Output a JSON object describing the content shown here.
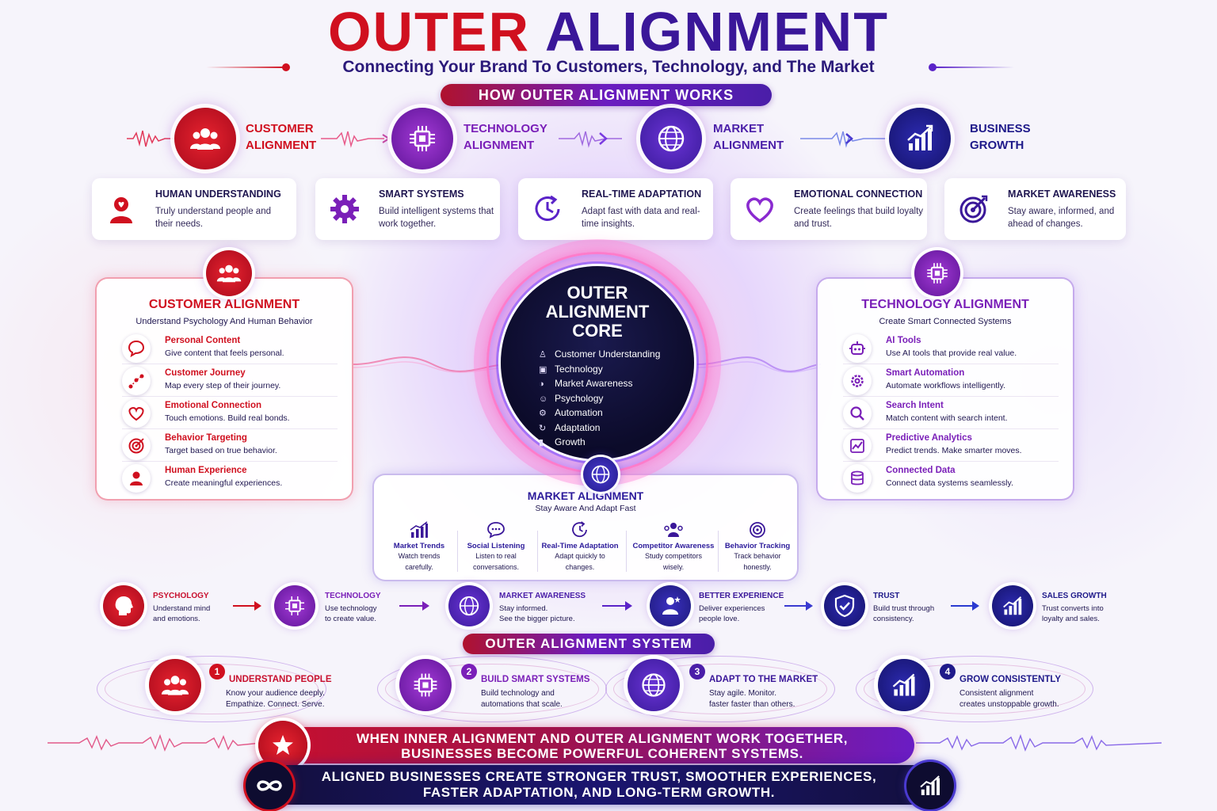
{
  "header": {
    "title_part1": "OUTER",
    "title_part2": "ALIGNMENT",
    "subtitle": "Connecting Your Brand To Customers, Technology, and The Market",
    "section_label": "HOW OUTER ALIGNMENT WORKS"
  },
  "flow_top": [
    {
      "line1": "CUSTOMER",
      "line2": "ALIGNMENT",
      "icon": "people-icon",
      "color": "#d0101f"
    },
    {
      "line1": "TECHNOLOGY",
      "line2": "ALIGNMENT",
      "icon": "chip-icon",
      "color": "#7a1fb8"
    },
    {
      "line1": "MARKET",
      "line2": "ALIGNMENT",
      "icon": "globe-icon",
      "color": "#4a1ea8"
    },
    {
      "line1": "BUSINESS",
      "line2": "GROWTH",
      "icon": "growth-chart-icon",
      "color": "#1f1a8a"
    }
  ],
  "features": [
    {
      "title": "HUMAN UNDERSTANDING",
      "desc": "Truly understand people and their needs.",
      "icon": "person-heart-icon"
    },
    {
      "title": "SMART SYSTEMS",
      "desc": "Build intelligent systems that work together.",
      "icon": "gear-icon"
    },
    {
      "title": "REAL-TIME ADAPTATION",
      "desc": "Adapt fast with data and real-time insights.",
      "icon": "clock-refresh-icon"
    },
    {
      "title": "EMOTIONAL CONNECTION",
      "desc": "Create feelings that build loyalty and trust.",
      "icon": "heart-icon"
    },
    {
      "title": "MARKET AWARENESS",
      "desc": "Stay aware, informed, and ahead of changes.",
      "icon": "target-icon"
    }
  ],
  "customer_panel": {
    "title": "CUSTOMER ALIGNMENT",
    "subtitle": "Understand Psychology And Human Behavior",
    "items": [
      {
        "title": "Personal Content",
        "desc": "Give content that feels personal.",
        "icon": "chat-bubble-icon"
      },
      {
        "title": "Customer Journey",
        "desc": "Map every step of their journey.",
        "icon": "journey-icon"
      },
      {
        "title": "Emotional Connection",
        "desc": "Touch emotions. Build real bonds.",
        "icon": "heart-icon"
      },
      {
        "title": "Behavior Targeting",
        "desc": "Target based on true behavior.",
        "icon": "target-icon"
      },
      {
        "title": "Human Experience",
        "desc": "Create meaningful experiences.",
        "icon": "person-icon"
      }
    ]
  },
  "technology_panel": {
    "title": "TECHNOLOGY ALIGNMENT",
    "subtitle": "Create Smart Connected Systems",
    "items": [
      {
        "title": "AI Tools",
        "desc": "Use AI tools that provide real value.",
        "icon": "robot-icon"
      },
      {
        "title": "Smart Automation",
        "desc": "Automate workflows intelligently.",
        "icon": "gear-icon"
      },
      {
        "title": "Search Intent",
        "desc": "Match content with search intent.",
        "icon": "search-icon"
      },
      {
        "title": "Predictive Analytics",
        "desc": "Predict trends. Make smarter moves.",
        "icon": "analytics-icon"
      },
      {
        "title": "Connected Data",
        "desc": "Connect data systems seamlessly.",
        "icon": "database-icon"
      }
    ]
  },
  "core": {
    "line1": "OUTER",
    "line2": "ALIGNMENT",
    "line3": "CORE",
    "items": [
      {
        "label": "Customer Understanding",
        "icon": "person-icon"
      },
      {
        "label": "Technology",
        "icon": "chip-icon"
      },
      {
        "label": "Market Awareness",
        "icon": "globe-icon"
      },
      {
        "label": "Psychology",
        "icon": "smile-icon"
      },
      {
        "label": "Automation",
        "icon": "gear-icon"
      },
      {
        "label": "Adaptation",
        "icon": "refresh-icon"
      },
      {
        "label": "Growth",
        "icon": "bar-chart-icon"
      }
    ]
  },
  "market_panel": {
    "title": "MARKET ALIGNMENT",
    "subtitle": "Stay Aware And Adapt Fast",
    "items": [
      {
        "title": "Market Trends",
        "line1": "Watch trends",
        "line2": "carefully.",
        "icon": "bar-chart-icon"
      },
      {
        "title": "Social Listening",
        "line1": "Listen to real",
        "line2": "conversations.",
        "icon": "chat-bubble-icon"
      },
      {
        "title": "Real-Time Adaptation",
        "line1": "Adapt quickly to",
        "line2": "changes.",
        "icon": "clock-refresh-icon"
      },
      {
        "title": "Competitor Awareness",
        "line1": "Study competitors",
        "line2": "wisely.",
        "icon": "competitor-icon"
      },
      {
        "title": "Behavior Tracking",
        "line1": "Track behavior",
        "line2": "honestly.",
        "icon": "target-icon"
      }
    ]
  },
  "flow_bottom": [
    {
      "title": "PSYCHOLOGY",
      "line1": "Understand mind",
      "line2": "and emotions.",
      "icon": "head-icon"
    },
    {
      "title": "TECHNOLOGY",
      "line1": "Use technology",
      "line2": "to create value.",
      "icon": "chip-icon"
    },
    {
      "title": "MARKET AWARENESS",
      "line1": "Stay informed.",
      "line2": "See the bigger picture.",
      "icon": "globe-icon"
    },
    {
      "title": "BETTER EXPERIENCE",
      "line1": "Deliver experiences",
      "line2": "people love.",
      "icon": "person-star-icon"
    },
    {
      "title": "TRUST",
      "line1": "Build trust through",
      "line2": "consistency.",
      "icon": "shield-check-icon"
    },
    {
      "title": "SALES GROWTH",
      "line1": "Trust converts into",
      "line2": "loyalty and sales.",
      "icon": "growth-chart-icon"
    }
  ],
  "system": {
    "label": "OUTER ALIGNMENT SYSTEM",
    "steps": [
      {
        "num": "1",
        "title": "UNDERSTAND PEOPLE",
        "line1": "Know your audience deeply.",
        "line2": "Empathize. Connect. Serve.",
        "icon": "people-icon"
      },
      {
        "num": "2",
        "title": "BUILD SMART SYSTEMS",
        "line1": "Build technology and",
        "line2": "automations that scale.",
        "icon": "chip-icon"
      },
      {
        "num": "3",
        "title": "ADAPT TO THE MARKET",
        "line1": "Stay agile. Monitor.",
        "line2": "faster faster than others.",
        "icon": "globe-icon"
      },
      {
        "num": "4",
        "title": "GROW CONSISTENTLY",
        "line1": "Consistent alignment",
        "line2": "creates unstoppable growth.",
        "icon": "growth-chart-icon"
      }
    ]
  },
  "banners": {
    "b1_line1": "WHEN INNER ALIGNMENT AND OUTER ALIGNMENT WORK TOGETHER,",
    "b1_line2": "BUSINESSES BECOME POWERFUL COHERENT SYSTEMS.",
    "b2_line1": "ALIGNED BUSINESSES CREATE STRONGER TRUST, SMOOTHER EXPERIENCES,",
    "b2_line2": "FASTER ADAPTATION, AND LONG-TERM GROWTH.",
    "b1_icon": "star-icon",
    "b2_icon_left": "infinity-icon",
    "b2_icon_right": "growth-chart-icon"
  },
  "colors": {
    "red": "#d0101f",
    "purple": "#7a1fb8",
    "indigo": "#3a1799",
    "navy": "#1f1a8a"
  }
}
